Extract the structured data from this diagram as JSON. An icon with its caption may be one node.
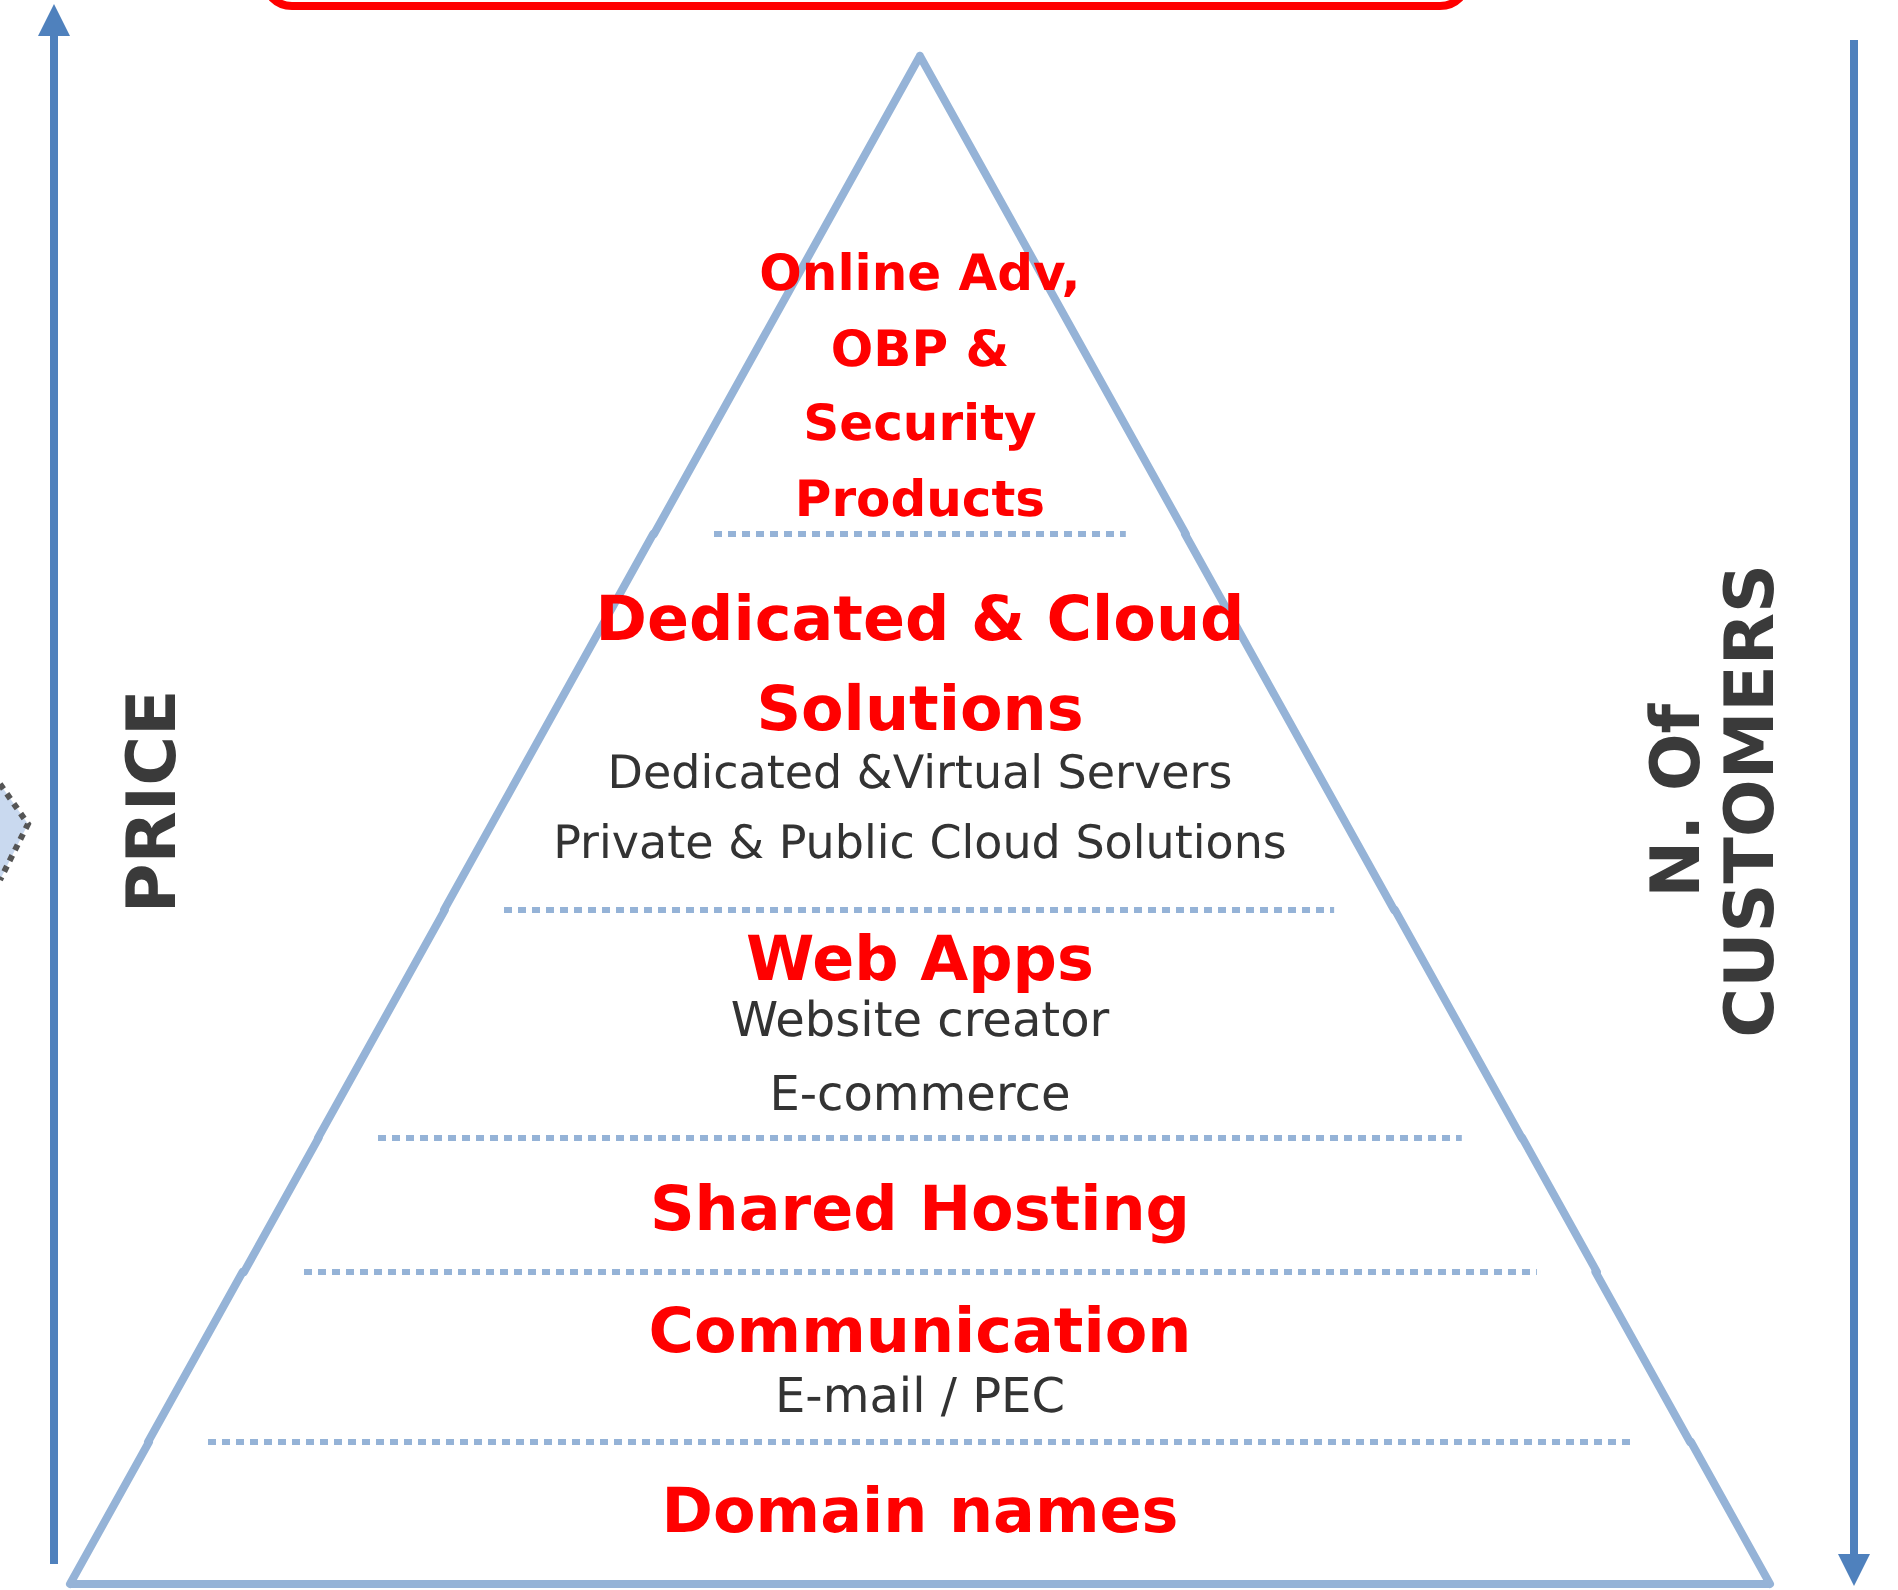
{
  "diagram": {
    "nodes": [
      {
        "text": [
          "Online Adv, OBP & Security Products"
        ]
      },
      {
        "text": [
          "Dedicated & Cloud Solutions",
          "Dedicated &Virtual Servers",
          "Private & Public Cloud Solutions"
        ]
      },
      {
        "text": [
          "Web Apps",
          "Website creator",
          "E-commerce"
        ]
      },
      {
        "text": [
          "Shared Hosting"
        ]
      },
      {
        "text": [
          "Communication",
          "E-mail / PEC"
        ]
      },
      {
        "text": [
          "Domain names"
        ]
      }
    ],
    "labels": [
      "PRICE",
      "N. Of CUSTOMERS"
    ]
  }
}
